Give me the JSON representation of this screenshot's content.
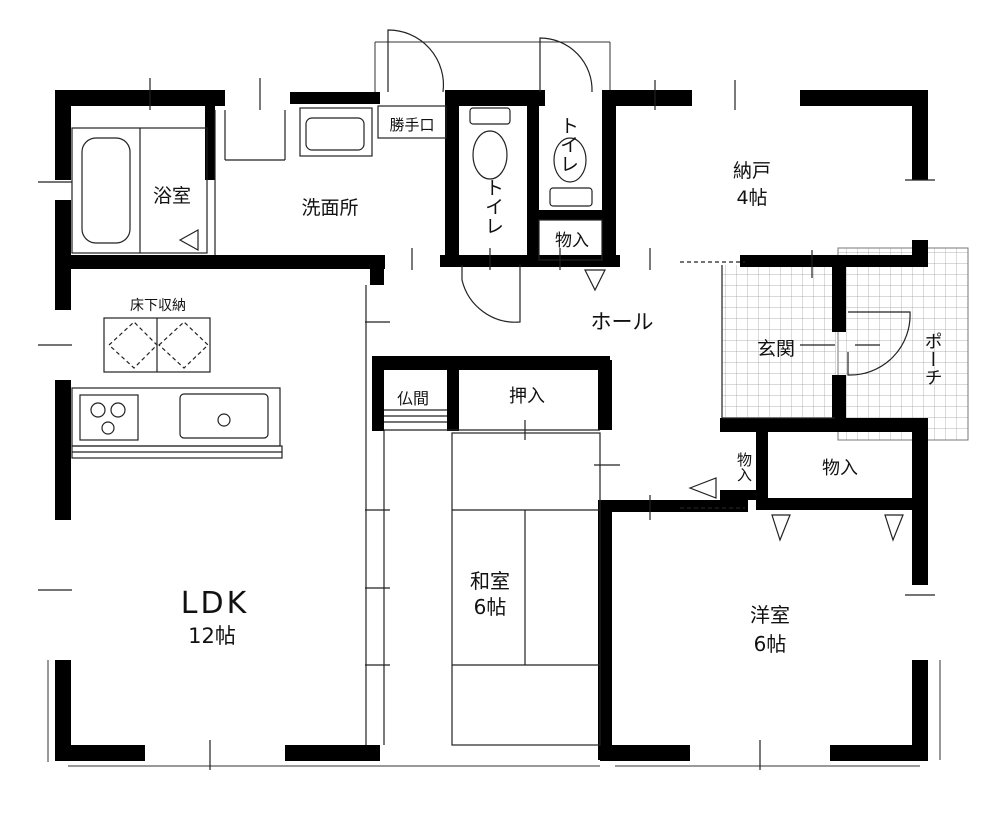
{
  "floor_plan": {
    "rooms": {
      "ldk": {
        "name": "LDK",
        "size": "12帖"
      },
      "washroom": {
        "name": "洗面所"
      },
      "bath": {
        "name": "浴室"
      },
      "service_door": {
        "name": "勝手口"
      },
      "toilet_1": {
        "name": "トイレ"
      },
      "toilet_2": {
        "name": "トイレ"
      },
      "storage_room": {
        "name": "納戸",
        "size": "4帖"
      },
      "closet_hall": {
        "name": "物入"
      },
      "hall": {
        "name": "ホール"
      },
      "entrance": {
        "name": "玄関"
      },
      "porch": {
        "name": "ポーチ"
      },
      "underfloor_storage": {
        "name": "床下収納"
      },
      "butsuma": {
        "name": "仏間"
      },
      "oshiire": {
        "name": "押入"
      },
      "japanese_room": {
        "name": "和室",
        "size": "6帖"
      },
      "closet_small": {
        "name": "物入"
      },
      "closet_western": {
        "name": "物入"
      },
      "western_room": {
        "name": "洋室",
        "size": "6帖"
      }
    }
  }
}
